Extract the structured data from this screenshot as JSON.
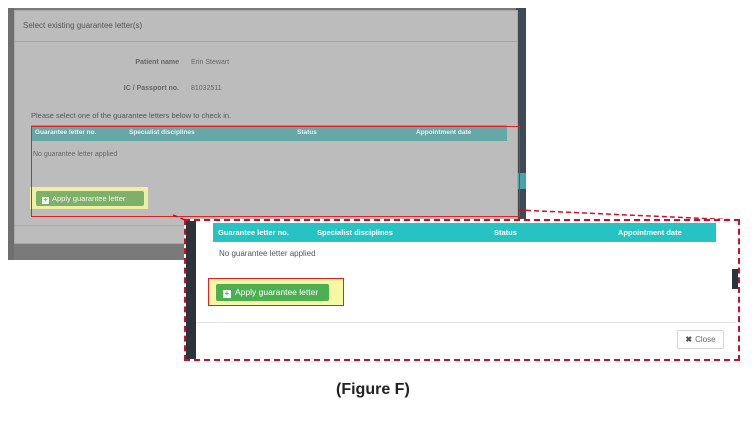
{
  "modal": {
    "title": "Select existing guarantee letter(s)",
    "patient_name_label": "Patient name",
    "patient_name_value": "Erin Stewart",
    "ic_label": "IC / Passport no.",
    "ic_value": "81032511",
    "instruction": "Please select one of the guarantee letters below to check in."
  },
  "table": {
    "columns": [
      "Guarantee letter no.",
      "Specialist disciplines",
      "Status",
      "Appointment date"
    ],
    "empty_text": "No guarantee letter applied"
  },
  "buttons": {
    "apply_label": "Apply guarantee letter",
    "close_label": "Close",
    "close_glyph": "✖"
  },
  "caption": "(Figure F)",
  "colors": {
    "highlight_red": "#e02424",
    "teal_header": "#27c2c2",
    "green_button": "#4caf50",
    "yellow_highlight": "#f7f7a4"
  }
}
